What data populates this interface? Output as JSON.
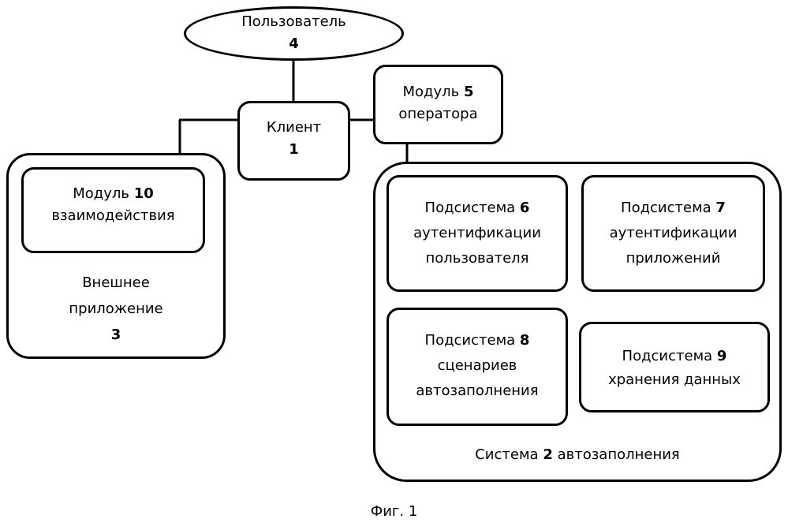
{
  "nodes": {
    "user": {
      "text": "Пользователь",
      "num": "4"
    },
    "client": {
      "text": "Клиент",
      "num": "1"
    },
    "operator": {
      "pre": "Модуль",
      "num": "5",
      "text2": "оператора"
    },
    "ext_app": {
      "text1": "Внешнее",
      "text2": "приложение",
      "num": "3"
    },
    "interaction": {
      "pre": "Модуль",
      "num": "10",
      "text2": "взаимодействия"
    },
    "sub6": {
      "pre": "Подсистема",
      "num": "6",
      "text2": "аутентификации",
      "text3": "пользователя"
    },
    "sub7": {
      "pre": "Подсистема",
      "num": "7",
      "text2": "аутентификации",
      "text3": "приложений"
    },
    "sub8": {
      "pre": "Подсистема",
      "num": "8",
      "text2": "сценариев",
      "text3": "автозаполнения"
    },
    "sub9": {
      "pre": "Подсистема",
      "num": "9",
      "text2": "хранения данных"
    },
    "system2": {
      "pre": "Система",
      "num": "2",
      "post": "автозаполнения"
    }
  },
  "caption": "Фиг. 1"
}
